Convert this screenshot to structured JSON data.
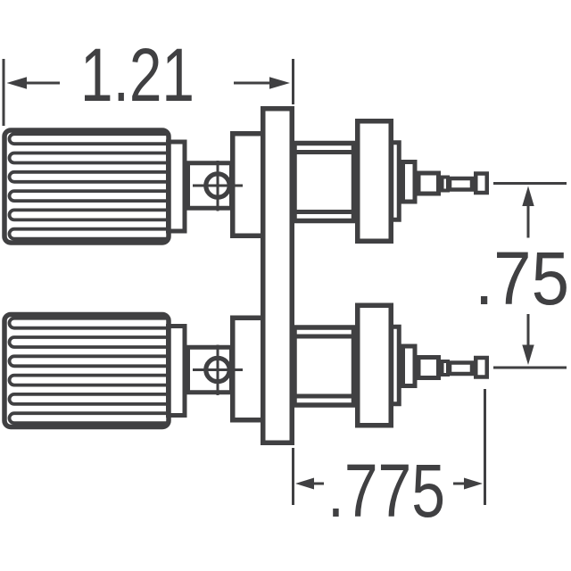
{
  "drawing": {
    "dimensions": {
      "overall_length": {
        "label": "1.21"
      },
      "post_spacing": {
        "label": ".75"
      },
      "stud_projection": {
        "label": ".775"
      }
    },
    "colors": {
      "line": "#404042",
      "background": "#ffffff"
    }
  }
}
